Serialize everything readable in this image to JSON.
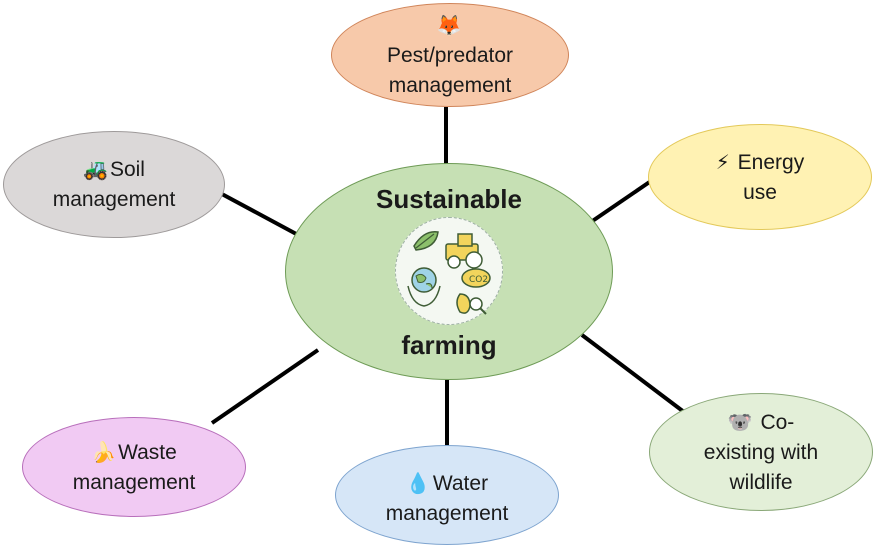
{
  "center": {
    "title_top": "Sustainable",
    "title_bottom": "farming",
    "icon": "sustainable-farming-icon"
  },
  "nodes": {
    "pest": {
      "icon": "fox-icon",
      "glyph": "🦊",
      "line1": "Pest/predator",
      "line2": "management"
    },
    "soil": {
      "icon": "tractor-icon",
      "glyph": "🚜",
      "line1": "Soil",
      "line2": "management"
    },
    "energy": {
      "icon": "lightning-icon",
      "glyph": "⚡",
      "line1": "Energy",
      "line2": "use"
    },
    "waste": {
      "icon": "banana-icon",
      "glyph": "🍌",
      "line1": "Waste",
      "line2": "management"
    },
    "water": {
      "icon": "droplet-icon",
      "glyph": "💧",
      "line1": "Water",
      "line2": "management"
    },
    "coexist": {
      "icon": "koala-icon",
      "glyph": "🐨",
      "line1": "Co-",
      "line2": "existing with",
      "line3": "wildlife"
    }
  },
  "colors": {
    "center_fill": "#c6e0b4",
    "pest_fill": "#f7c9aa",
    "soil_fill": "#dbd8d8",
    "energy_fill": "#fff2b3",
    "waste_fill": "#f1caf3",
    "water_fill": "#d6e6f7",
    "coexist_fill": "#e3efd8",
    "connector": "#000000"
  }
}
